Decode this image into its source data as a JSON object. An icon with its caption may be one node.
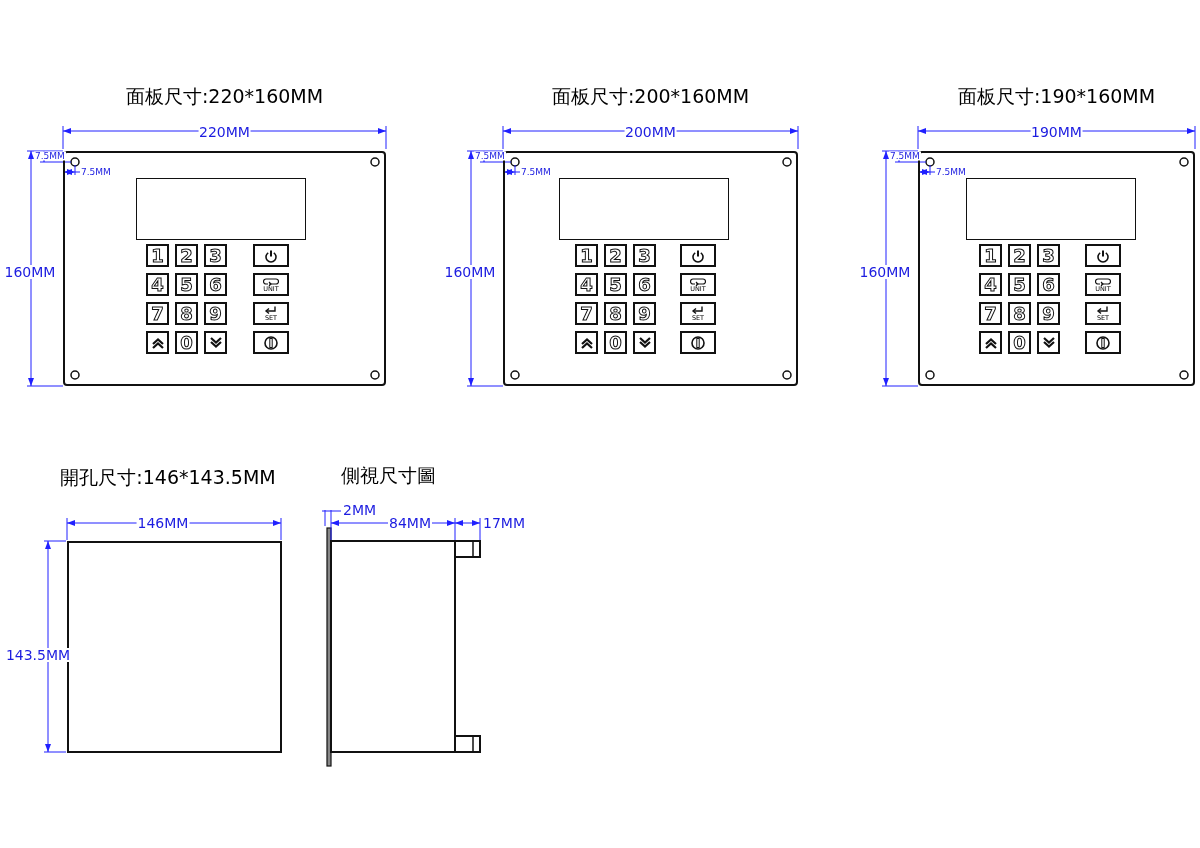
{
  "diagram": {
    "nodes": [
      {
        "text": [],
        "shape": "box"
      },
      {
        "text": [],
        "shape": "box",
        "in": 0
      },
      {
        "text": [
          "1"
        ],
        "in": 0
      },
      {
        "text": [
          "2"
        ],
        "in": 0
      },
      {
        "text": [
          "3"
        ],
        "in": 0
      },
      {
        "text": [],
        "shape": "box",
        "in": 0
      },
      {
        "text": [
          "4"
        ],
        "in": 0
      },
      {
        "text": [
          "5"
        ],
        "in": 0
      },
      {
        "text": [
          "6"
        ],
        "in": 0
      },
      {
        "text": [
          "UNIT"
        ],
        "in": 0
      },
      {
        "text": [
          "7"
        ],
        "in": 0
      },
      {
        "text": [
          "8"
        ],
        "in": 0
      },
      {
        "text": [
          "9"
        ],
        "in": 0
      },
      {
        "text": [
          "SET"
        ],
        "in": 0
      },
      {
        "text": [],
        "shape": "box",
        "in": 0
      },
      {
        "text": [
          "0"
        ],
        "in": 0
      },
      {
        "text": [],
        "shape": "box",
        "in": 0
      },
      {
        "text": [],
        "shape": "box",
        "in": 0
      },
      {
        "text": [],
        "shape": "box"
      },
      {
        "text": [],
        "shape": "box",
        "in": 18
      },
      {
        "text": [
          "1"
        ],
        "in": 18
      },
      {
        "text": [
          "2"
        ],
        "in": 18
      },
      {
        "text": [
          "3"
        ],
        "in": 18
      },
      {
        "text": [],
        "shape": "box",
        "in": 18
      },
      {
        "text": [
          "4"
        ],
        "in": 18
      },
      {
        "text": [
          "5"
        ],
        "in": 18
      },
      {
        "text": [
          "6"
        ],
        "in": 18
      },
      {
        "text": [
          "UNIT"
        ],
        "in": 18
      },
      {
        "text": [
          "7"
        ],
        "in": 18
      },
      {
        "text": [
          "8"
        ],
        "in": 18
      },
      {
        "text": [
          "9"
        ],
        "in": 18
      },
      {
        "text": [
          "SET"
        ],
        "in": 18
      },
      {
        "text": [],
        "shape": "box",
        "in": 18
      },
      {
        "text": [
          "0"
        ],
        "in": 18
      },
      {
        "text": [],
        "shape": "box",
        "in": 18
      },
      {
        "text": [],
        "shape": "box",
        "in": 18
      },
      {
        "text": [],
        "shape": "box"
      },
      {
        "text": [],
        "shape": "box",
        "in": 36
      },
      {
        "text": [
          "1"
        ],
        "in": 36
      },
      {
        "text": [
          "2"
        ],
        "in": 36
      },
      {
        "text": [
          "3"
        ],
        "in": 36
      },
      {
        "text": [],
        "shape": "box",
        "in": 36
      },
      {
        "text": [
          "4"
        ],
        "in": 36
      },
      {
        "text": [
          "5"
        ],
        "in": 36
      },
      {
        "text": [
          "6"
        ],
        "in": 36
      },
      {
        "text": [
          "UNIT"
        ],
        "in": 36
      },
      {
        "text": [
          "7"
        ],
        "in": 36
      },
      {
        "text": [
          "8"
        ],
        "in": 36
      },
      {
        "text": [
          "9"
        ],
        "in": 36
      },
      {
        "text": [
          "SET"
        ],
        "in": 36
      },
      {
        "text": [],
        "shape": "box",
        "in": 36
      },
      {
        "text": [
          "0"
        ],
        "in": 36
      },
      {
        "text": [],
        "shape": "box",
        "in": 36
      },
      {
        "text": [],
        "shape": "box",
        "in": 36
      },
      {
        "text": [],
        "shape": "box"
      }
    ],
    "labels": [
      "面板尺寸:220*160MM",
      "220MM",
      "7.5MM",
      "7.5MM",
      "160MM",
      "面板尺寸:200*160MM",
      "200MM",
      "7.5MM",
      "7.5MM",
      "160MM",
      "面板尺寸:190*160MM",
      "190MM",
      "7.5MM",
      "7.5MM",
      "160MM",
      "開孔尺寸:146*143.5MM",
      "側視尺寸圖",
      "146MM",
      "143.5MM",
      "2MM",
      "84MM",
      "17MM"
    ]
  }
}
